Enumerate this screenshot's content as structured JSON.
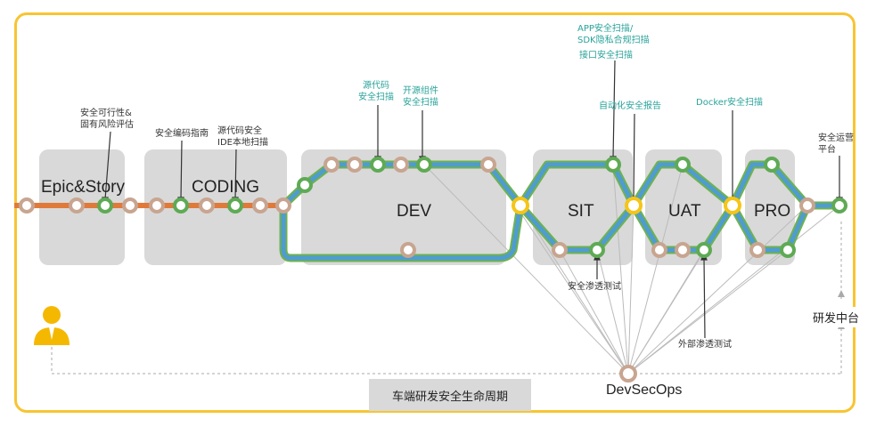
{
  "stages": [
    {
      "name": "Epic&Story"
    },
    {
      "name": "CODING"
    },
    {
      "name": "DEV"
    },
    {
      "name": "SIT"
    },
    {
      "name": "UAT"
    },
    {
      "name": "PRO"
    }
  ],
  "annotations": {
    "feasibility": "安全可行性&\n固有风险评估",
    "coding_guide": "安全编码指南",
    "source_ide": "源代码安全\nIDE本地扫描",
    "source_scan": "源代码\n安全扫描",
    "oss_scan": "开源组件\n安全扫描",
    "app_scan": "APP安全扫描/\nSDK隐私合规扫描",
    "api_scan": "接口安全扫描",
    "auto_report": "自动化安全报告",
    "docker_scan": "Docker安全扫描",
    "ops": "安全运营\n平台",
    "pentest": "安全渗透测试",
    "external_pentest": "外部渗透测试"
  },
  "footer": {
    "lifecycle": "车端研发安全生命周期",
    "devsecops": "DevSecOps",
    "platform": "研发中台"
  },
  "colors": {
    "frame": "#f7c531",
    "stage_bg": "#d9d9d9",
    "line_orange": "#e07a3a",
    "line_blue": "#4f9ccf",
    "line_green": "#6fb24f",
    "node_tan": "#c8a590",
    "node_green": "#5faa55",
    "node_yellow": "#f5c518",
    "annotation_teal": "#2aa39a",
    "person": "#f5b800"
  },
  "icons": [
    "person-icon"
  ]
}
